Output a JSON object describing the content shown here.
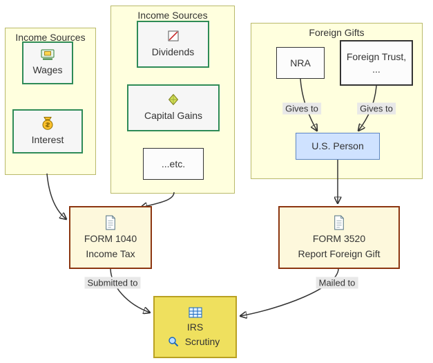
{
  "groups": {
    "income1": {
      "title": "Income Sources"
    },
    "income2": {
      "title": "Income Sources"
    },
    "foreign": {
      "title": "Foreign Gifts"
    }
  },
  "nodes": {
    "wages": {
      "label": "Wages",
      "icon": "banknote-icon"
    },
    "interest": {
      "label": "Interest",
      "icon": "money-bag-icon"
    },
    "dividends": {
      "label": "Dividends",
      "icon": "certificate-icon"
    },
    "capital_gains": {
      "label": "Capital Gains",
      "icon": "gem-icon"
    },
    "etc": {
      "label": "...etc."
    },
    "nra": {
      "label": "NRA"
    },
    "foreign_trust": {
      "label": "Foreign Trust, ..."
    },
    "us_person": {
      "label": "U.S. Person"
    },
    "form1040": {
      "title": "FORM 1040",
      "subtitle": "Income Tax",
      "icon": "document-icon"
    },
    "form3520": {
      "title": "FORM 3520",
      "subtitle": "Report Foreign Gift",
      "icon": "document-icon"
    },
    "irs": {
      "title": "IRS",
      "subtitle": "Scrutiny",
      "icon_top": "table-icon",
      "icon_inline": "magnifier-icon"
    }
  },
  "edge_labels": {
    "gives_to_nra": "Gives to",
    "gives_to_trust": "Gives to",
    "submitted_to": "Submitted to",
    "mailed_to": "Mailed to"
  },
  "colors": {
    "group_fill": "#ffffde",
    "group_border": "#b9b96a",
    "green_node_border": "#2e8b57",
    "node_fill": "#f6f6f6",
    "plain_node_border": "#333333",
    "us_person_fill": "#cfe2ff",
    "us_person_border": "#5b84c4",
    "form_fill": "#fdf8dc",
    "form_border": "#8b3510",
    "irs_fill": "#efe05e",
    "irs_border": "#b9a122",
    "edge_stroke": "#333333",
    "edge_label_bg": "#e8e8e8",
    "text": "#333333"
  }
}
